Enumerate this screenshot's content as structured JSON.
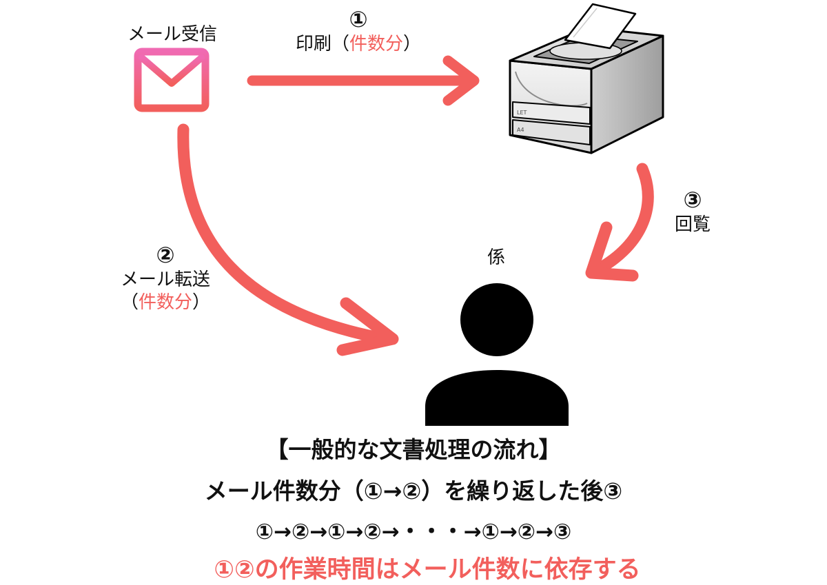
{
  "colors": {
    "accent": "#f25f5c",
    "mail_gradient_start": "#f06ab2",
    "mail_gradient_end": "#f25f5c",
    "person": "#000000"
  },
  "mail": {
    "label": "メール受信",
    "icon": "mail-icon"
  },
  "printer": {
    "icon": "printer-icon",
    "tray_labels": [
      "LET",
      "A4"
    ]
  },
  "person": {
    "label": "係",
    "icon": "person-icon"
  },
  "steps": {
    "print": {
      "number": "①",
      "label": "印刷",
      "paren_open": "（",
      "note": "件数分",
      "paren_close": "）"
    },
    "forward": {
      "number": "②",
      "label": "メール転送",
      "paren_open": "（",
      "note": "件数分",
      "paren_close": "）"
    },
    "circulate": {
      "number": "③",
      "label": "回覧"
    }
  },
  "caption": {
    "title": "【一般的な文書処理の流れ】",
    "line1": "メール件数分（①→②）を繰り返した後③",
    "line2": "①→②→①→②→・・・→①→②→③",
    "conclusion": "①②の作業時間はメール件数に依存する"
  }
}
